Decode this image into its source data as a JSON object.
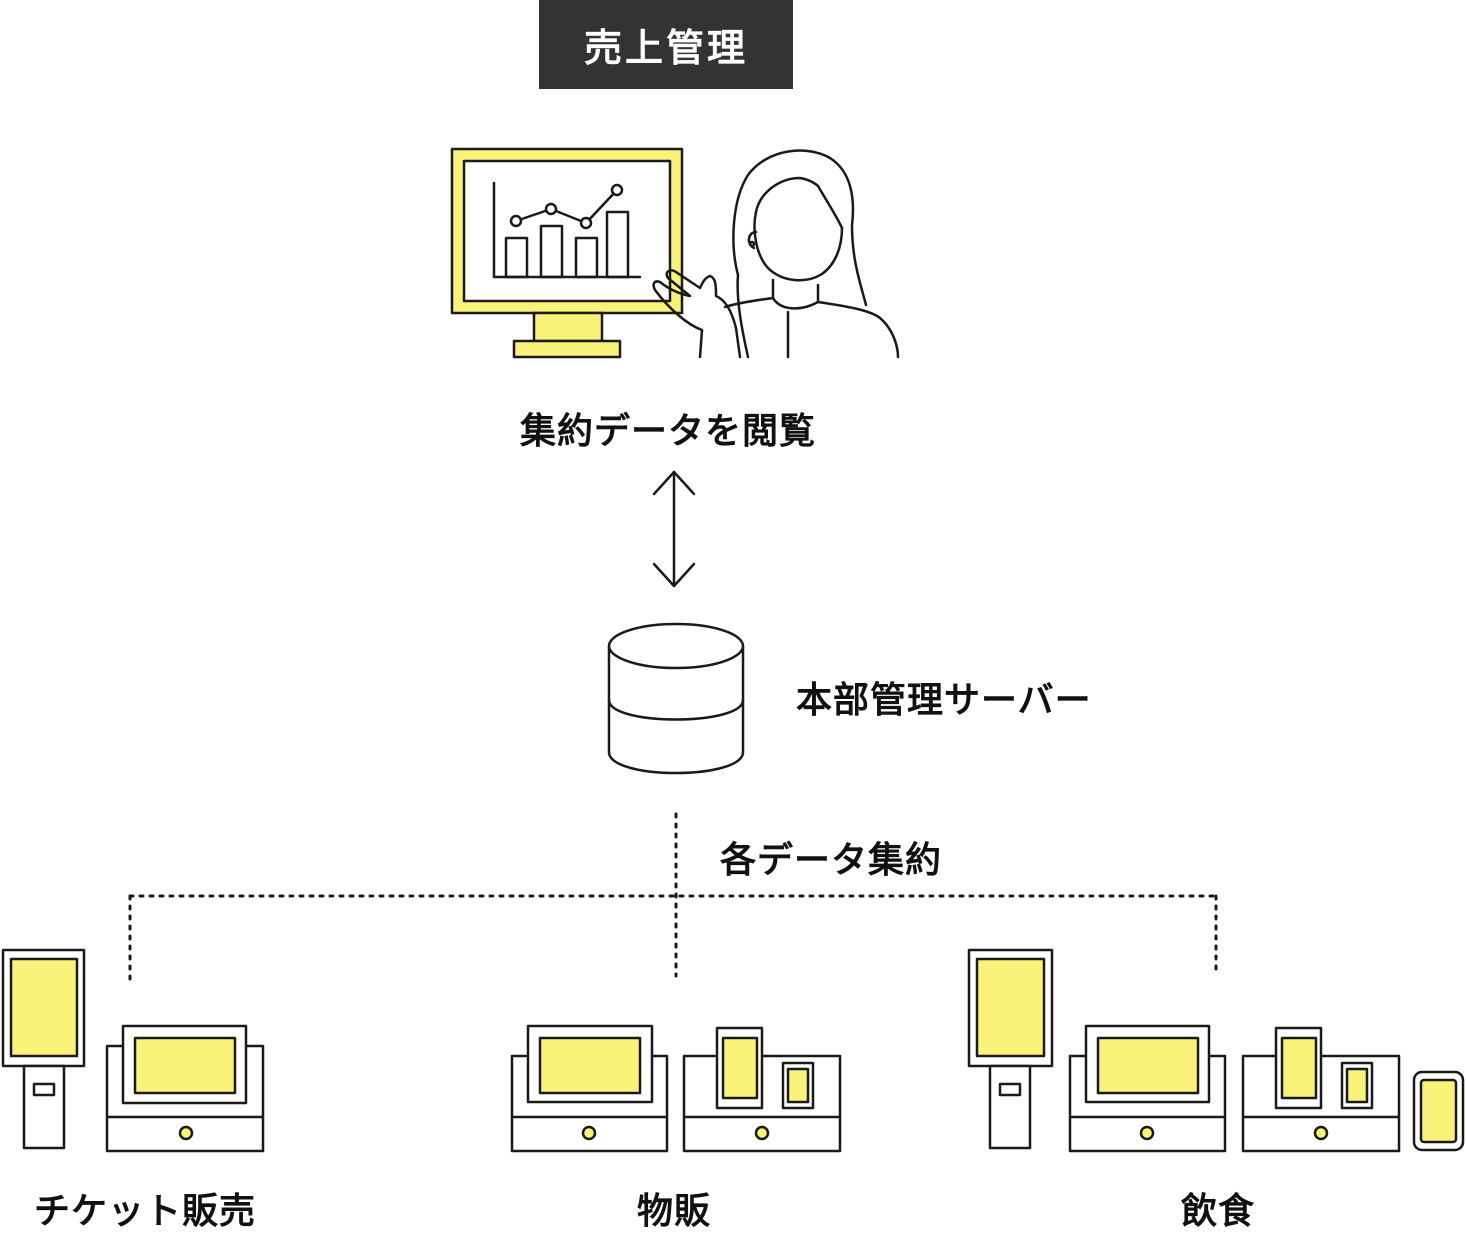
{
  "header": {
    "title": "売上管理"
  },
  "viewer": {
    "caption": "集約データを閲覧"
  },
  "server": {
    "label": "本部管理サーバー"
  },
  "aggregation": {
    "label": "各データ集約"
  },
  "terminals": [
    {
      "label": "チケット販売"
    },
    {
      "label": "物販"
    },
    {
      "label": "飲食"
    }
  ],
  "colors": {
    "accent_yellow": "#FAF37A",
    "line": "#1A1A1A",
    "badge_bg": "#333333"
  }
}
